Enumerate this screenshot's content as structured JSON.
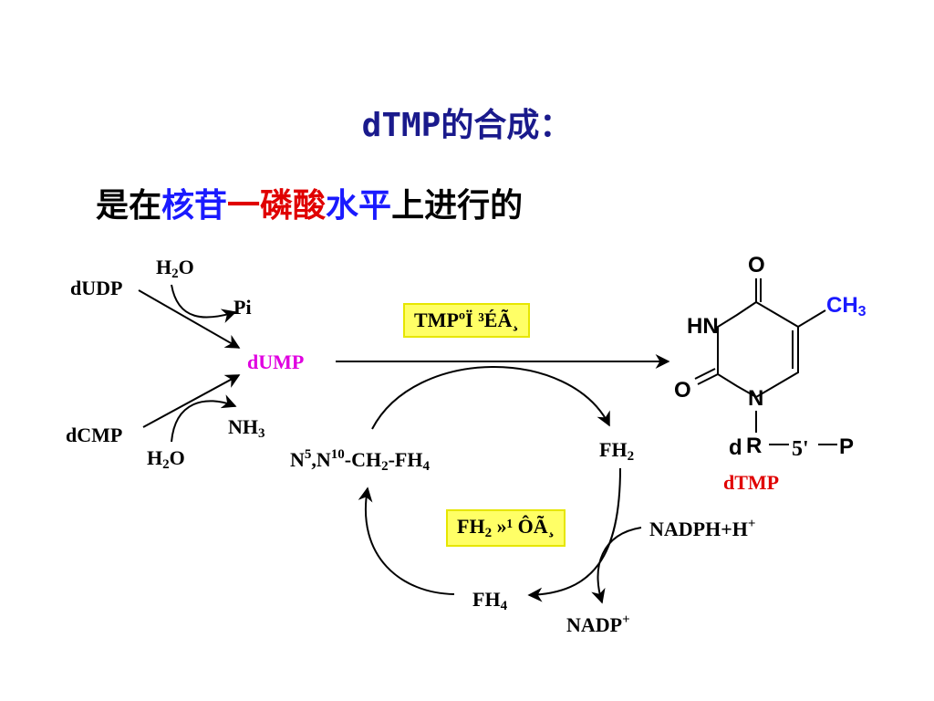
{
  "title": "dTMP的合成：",
  "subtitle": {
    "part1": "是在",
    "part2": "核苷",
    "part3": "一磷酸",
    "part4": "水平",
    "part5": "上进行的"
  },
  "labels": {
    "dUDP": "dUDP",
    "h2o_top_main": "H",
    "h2o_top_sub": "2",
    "h2o_top_end": "O",
    "pi": "Pi",
    "dUMP": "dUMP",
    "nh3_main": "NH",
    "nh3_sub": "3",
    "dCMP": "dCMP",
    "h2o_bot_main": "H",
    "h2o_bot_sub": "2",
    "h2o_bot_end": "O",
    "enzyme1": "TMPºÏ ³ÉÃ¸",
    "fh2_right_main": "FH",
    "fh2_right_sub": "2",
    "methylene_n": "N",
    "methylene_sup5": "5",
    "methylene_mid": ",N",
    "methylene_sup10": "10",
    "methylene_ch": "-CH",
    "methylene_sub2": "2",
    "methylene_fh": "-FH",
    "methylene_sub4": "4",
    "enzyme2_main": "FH",
    "enzyme2_sub": "2",
    "enzyme2_rest": " »¹ Ô­Ã¸",
    "nadph": "NADPH+H",
    "nadph_sup": "+",
    "fh4_main": "FH",
    "fh4_sub": "4",
    "nadp": "NADP",
    "nadp_sup": "+",
    "dTMP": "dTMP"
  },
  "structure": {
    "o_top": "O",
    "ch3_main": "CH",
    "ch3_sub": "3",
    "hn": "HN",
    "o_left": "O",
    "n": "N",
    "d": "d",
    "r": "R",
    "five_prime": "5'",
    "p": "P"
  },
  "colors": {
    "title": "#1a1a8c",
    "blue": "#1a1aff",
    "red": "#e00000",
    "magenta": "#e000e0",
    "enzyme_bg": "#ffff66"
  }
}
